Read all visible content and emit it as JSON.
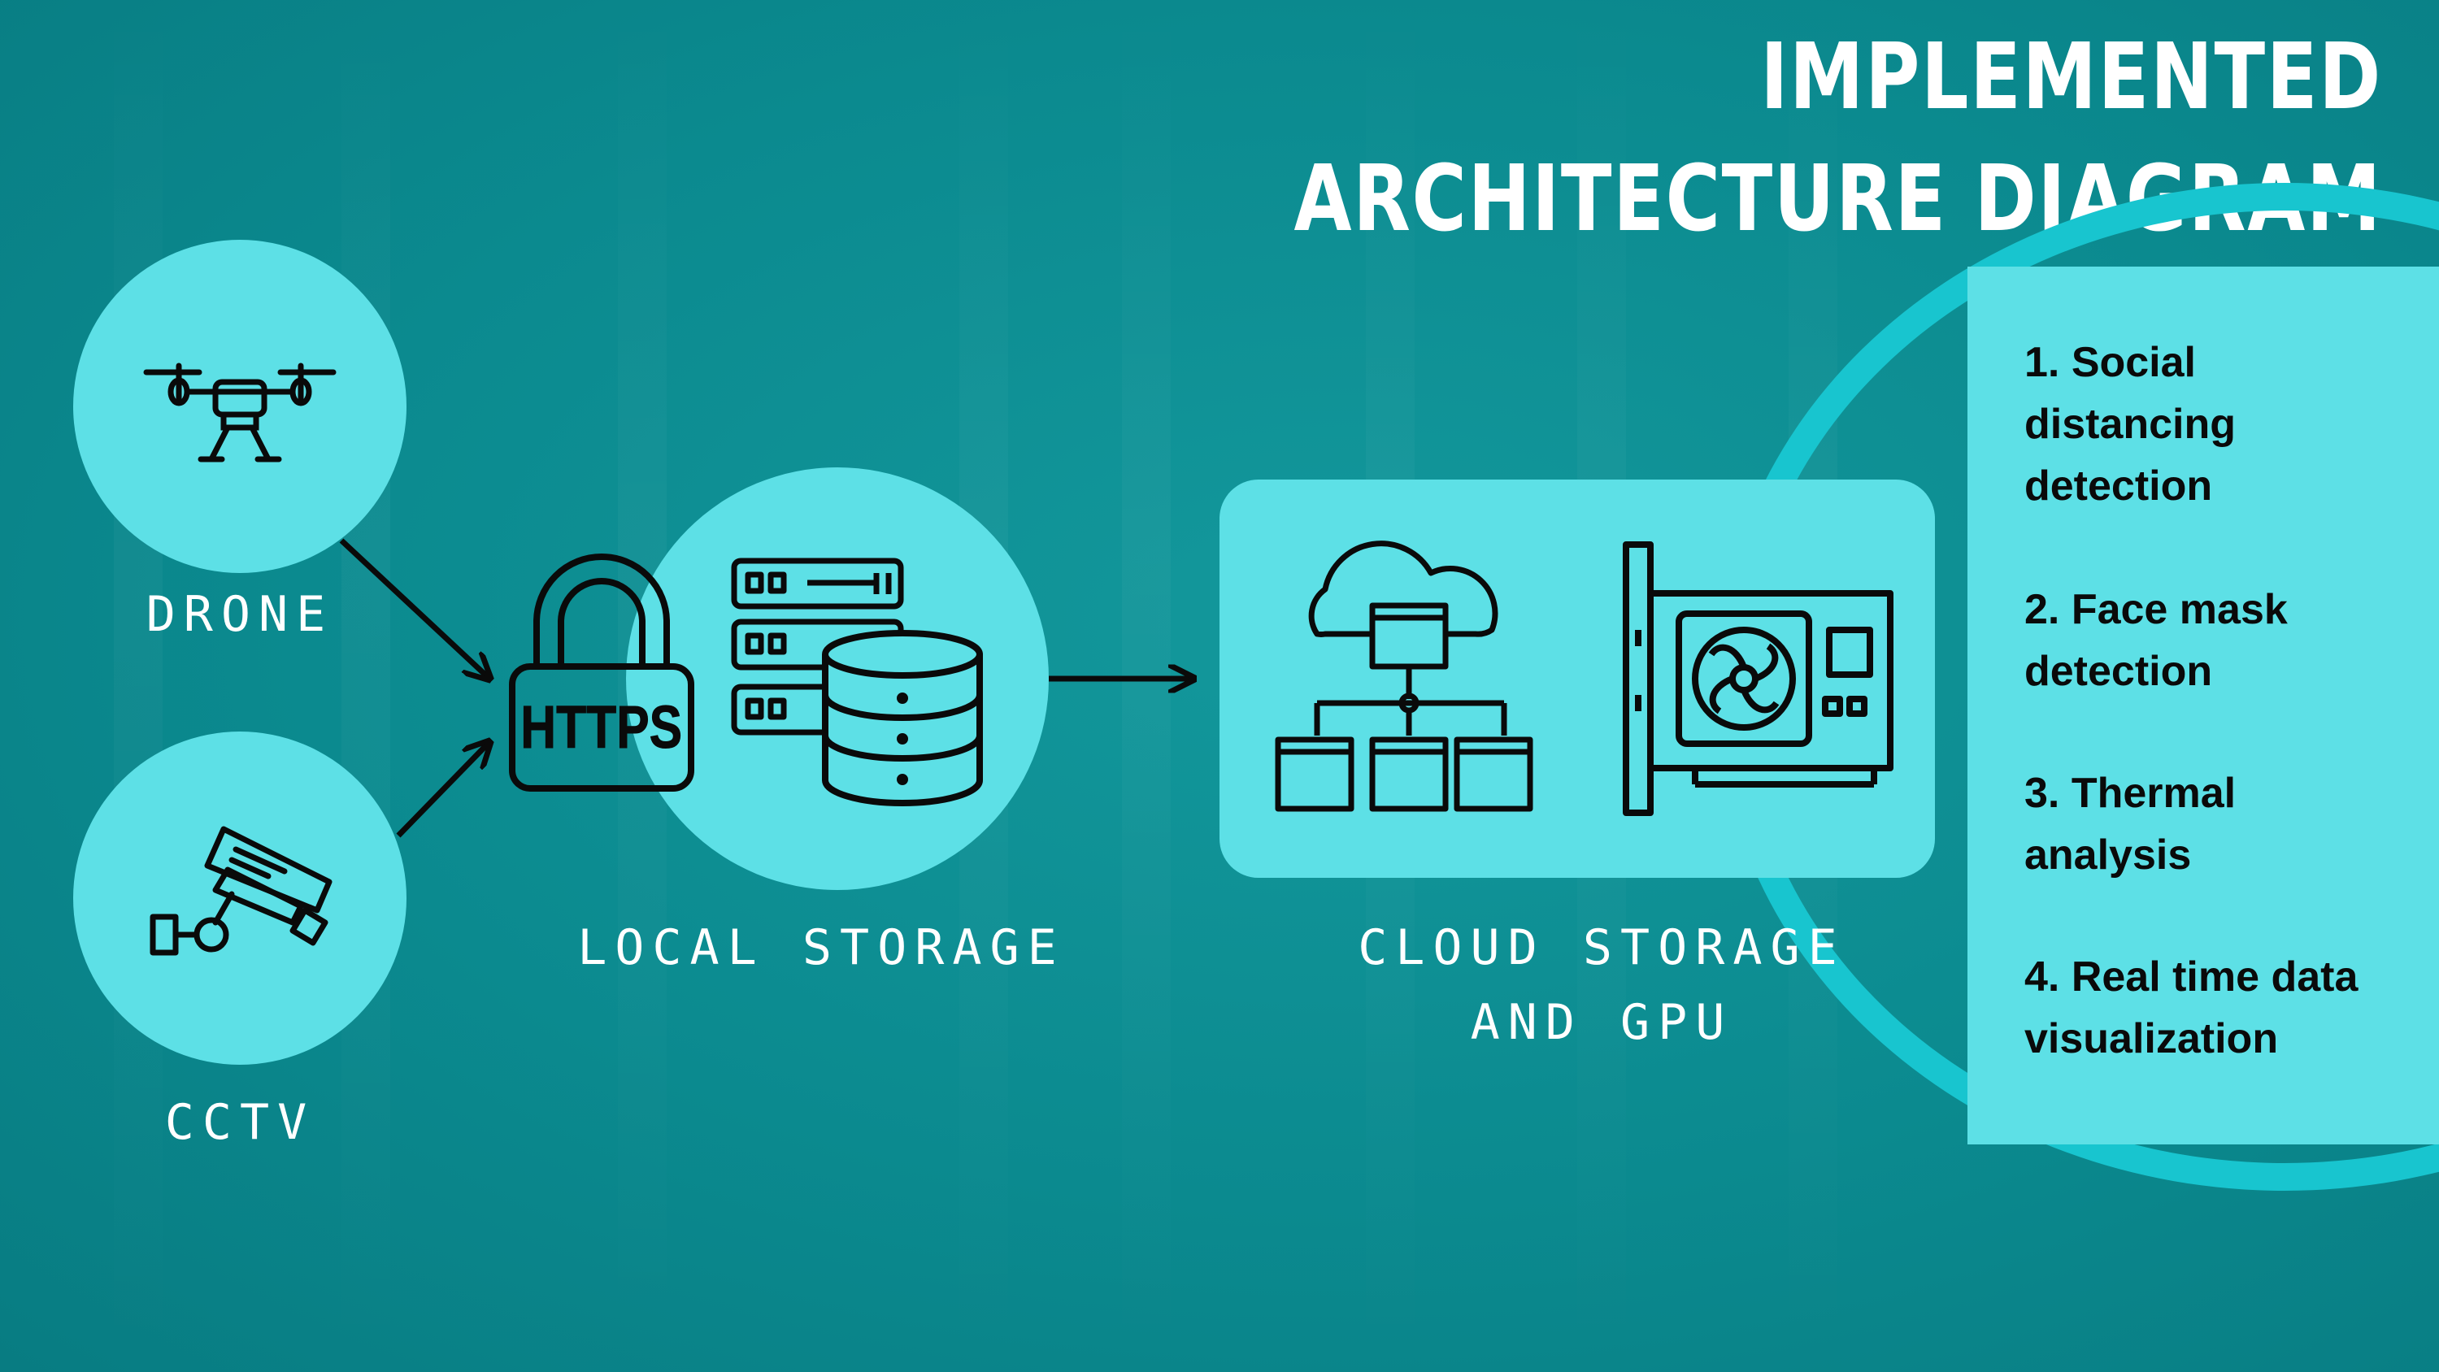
{
  "title": "IMPLEMENTED ARCHITECTURE DIAGRAM",
  "nodes": {
    "drone": {
      "label": "DRONE",
      "icon": "drone-icon"
    },
    "cctv": {
      "label": "CCTV",
      "icon": "cctv-camera-icon"
    },
    "local_storage": {
      "label": "LOCAL STORAGE",
      "https_text": "HTTPS",
      "icons": [
        "https-lock-icon",
        "server-rack-icon",
        "database-icon"
      ]
    },
    "cloud": {
      "label": "CLOUD STORAGE\nAND GPU",
      "icons": [
        "cloud-network-icon",
        "gpu-card-icon"
      ]
    }
  },
  "features": [
    {
      "text": "1.   Social\ndistancing\ndetection"
    },
    {
      "text": "2. Face mask\ndetection"
    },
    {
      "text": "3. Thermal\nanalysis"
    },
    {
      "text": "4. Real time data\nvisualization"
    }
  ],
  "colors": {
    "background": "#0b8a8f",
    "light_teal": "#5de0e6",
    "ring": "#18c5cf",
    "text_dark": "#0a0a0a",
    "text_light": "#ffffff"
  }
}
